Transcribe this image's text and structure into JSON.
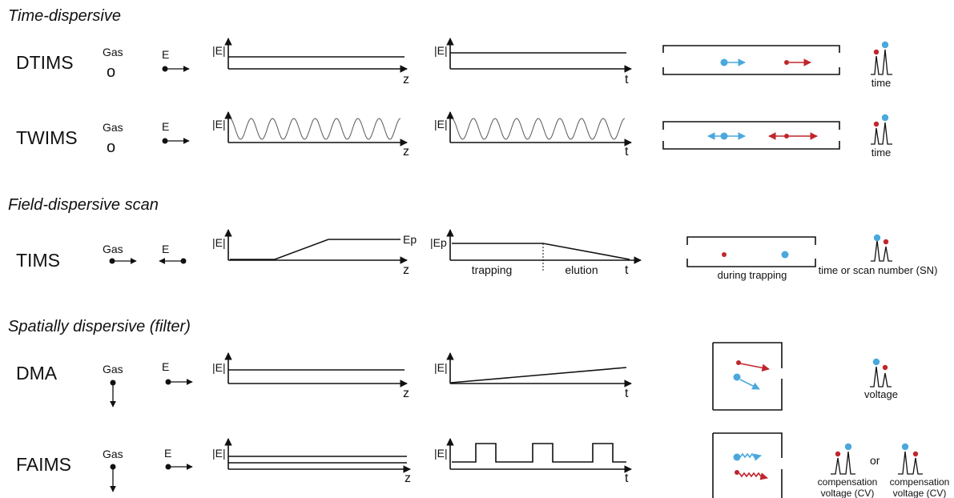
{
  "sections": {
    "time": "Time-dispersive",
    "field": "Field-dispersive scan",
    "spatial": "Spatially dispersive (filter)"
  },
  "methods": {
    "dtims": "DTIMS",
    "twims": "TWIMS",
    "tims": "TIMS",
    "dma": "DMA",
    "faims": "FAIMS"
  },
  "labels": {
    "gas": "Gas",
    "gas_symbol": "o",
    "field": "E",
    "field_axis": "|E|",
    "field_axis_peak": "|Ep",
    "peak_field": "Ep",
    "z": "z",
    "t": "t",
    "trapping": "trapping",
    "elution": "elution",
    "during_trapping": "during trapping",
    "time": "time",
    "time_or_scan": "time or scan number (SN)",
    "voltage": "voltage",
    "cv": "compensation voltage (CV)",
    "or": "or"
  },
  "colors": {
    "ion_blue": "#4aa8dd",
    "ion_red": "#c0262d",
    "ink": "#111111"
  }
}
